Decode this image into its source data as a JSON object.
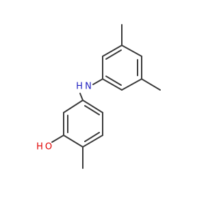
{
  "molecule": {
    "atoms": {
      "amine_n": {
        "label": "N",
        "color": "#1f1fbf"
      },
      "amine_h": {
        "label": "H",
        "color": "#1f1fbf"
      },
      "hydroxyl_o": {
        "label": "O",
        "color": "#e00000"
      },
      "hydroxyl_h": {
        "label": "H",
        "color": "#e00000"
      }
    },
    "bond_color": "#3a3a3a"
  }
}
